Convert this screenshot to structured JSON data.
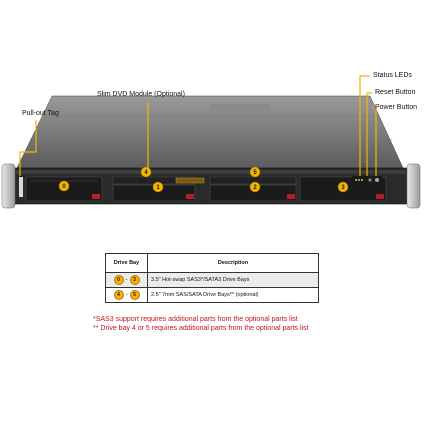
{
  "callouts": {
    "pull_out_tag": "Pull-out Tag",
    "slim_dvd": "Slim DVD Module (Optional)",
    "status_leds": "Status LEDs",
    "reset_button": "Reset Button",
    "power_button": "Power Button"
  },
  "bays": [
    {
      "label": "0"
    },
    {
      "label": "1"
    },
    {
      "label": "2"
    },
    {
      "label": "3"
    },
    {
      "label": "4"
    },
    {
      "label": "5"
    }
  ],
  "table": {
    "headers": [
      "Drive Bay",
      "Description"
    ],
    "rows": [
      {
        "from": "0",
        "sep": "-",
        "to": "3",
        "description": "3.5\" Hot-swap SAS3*/SATA3 Drive  Bays"
      },
      {
        "from": "4",
        "sep": "-",
        "to": "5",
        "description": "2.5\" 7mm SAS/SATA Drive  Bays** (optional)"
      }
    ]
  },
  "notes": [
    "*SAS3 support requires additional parts from the optional parts list",
    "** Drive bay 4 or 5 requires additional parts from the optional parts list"
  ],
  "colors": {
    "badge": "#f5b400",
    "callout_line": "#f5b400",
    "note_text": "#c4161c"
  }
}
